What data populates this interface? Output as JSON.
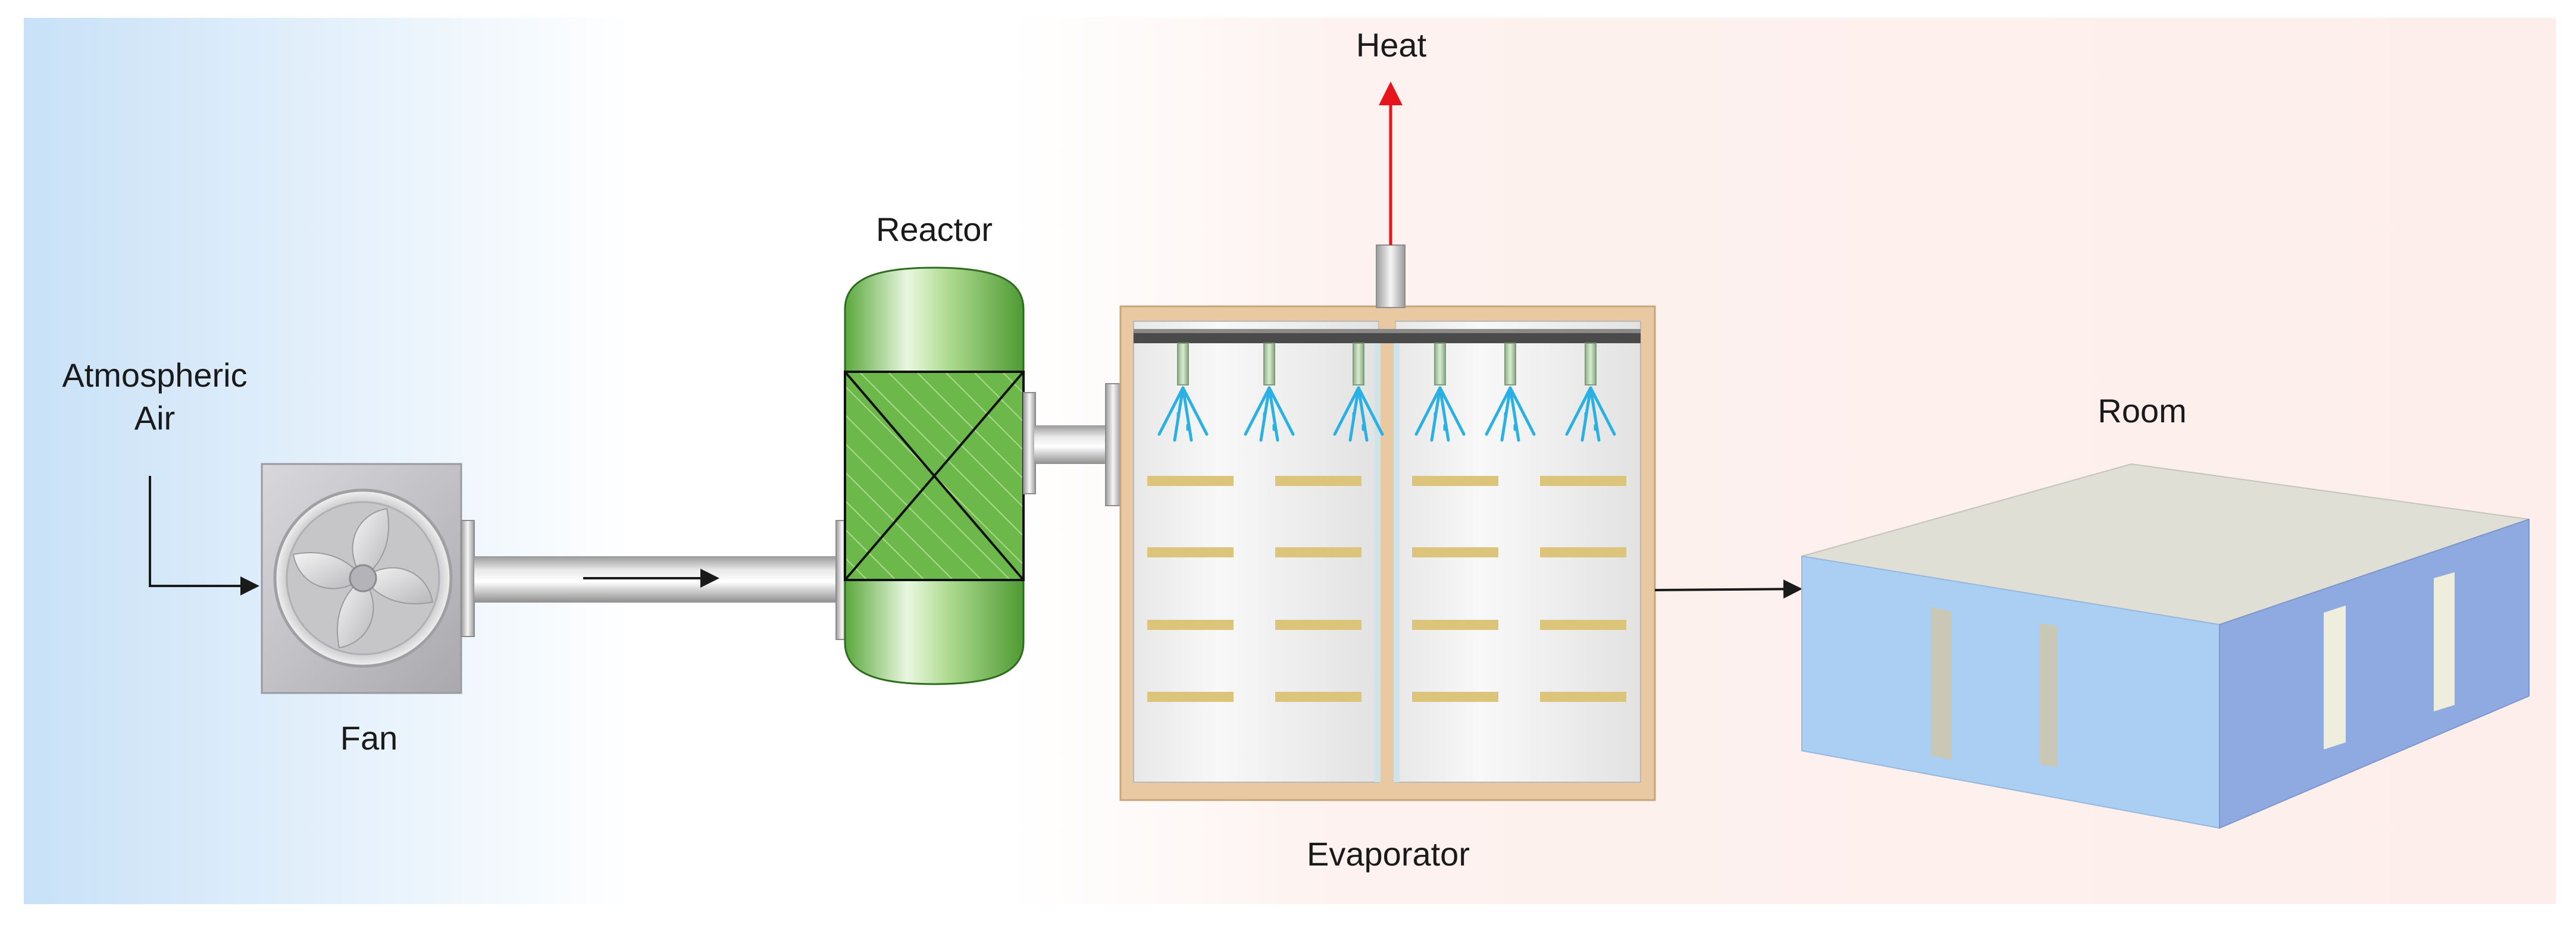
{
  "labels": {
    "atmospheric_air_line1": "Atmospheric",
    "atmospheric_air_line2": "Air",
    "fan": "Fan",
    "reactor": "Reactor",
    "heat": "Heat",
    "evaporator": "Evaporator",
    "room": "Room"
  },
  "colors": {
    "cool_zone": "#c8e1f7",
    "warm_zone": "#fdeeeb",
    "reactor_shell": "#7cc35b",
    "reactor_packing": "#68b548",
    "heat_arrow": "#e8141c",
    "spray": "#2ab1e4",
    "tray": "#dcc47a",
    "evaporator_frame": "#e8c9a2",
    "room_top": "#dfdfd6",
    "room_front": "#abcff2",
    "room_side": "#8faae1"
  },
  "icons": [
    "fan-icon",
    "reactor-icon",
    "evaporator-icon",
    "spray-nozzle-icon",
    "room-icon",
    "flow-arrow-icon",
    "heat-arrow-icon"
  ]
}
